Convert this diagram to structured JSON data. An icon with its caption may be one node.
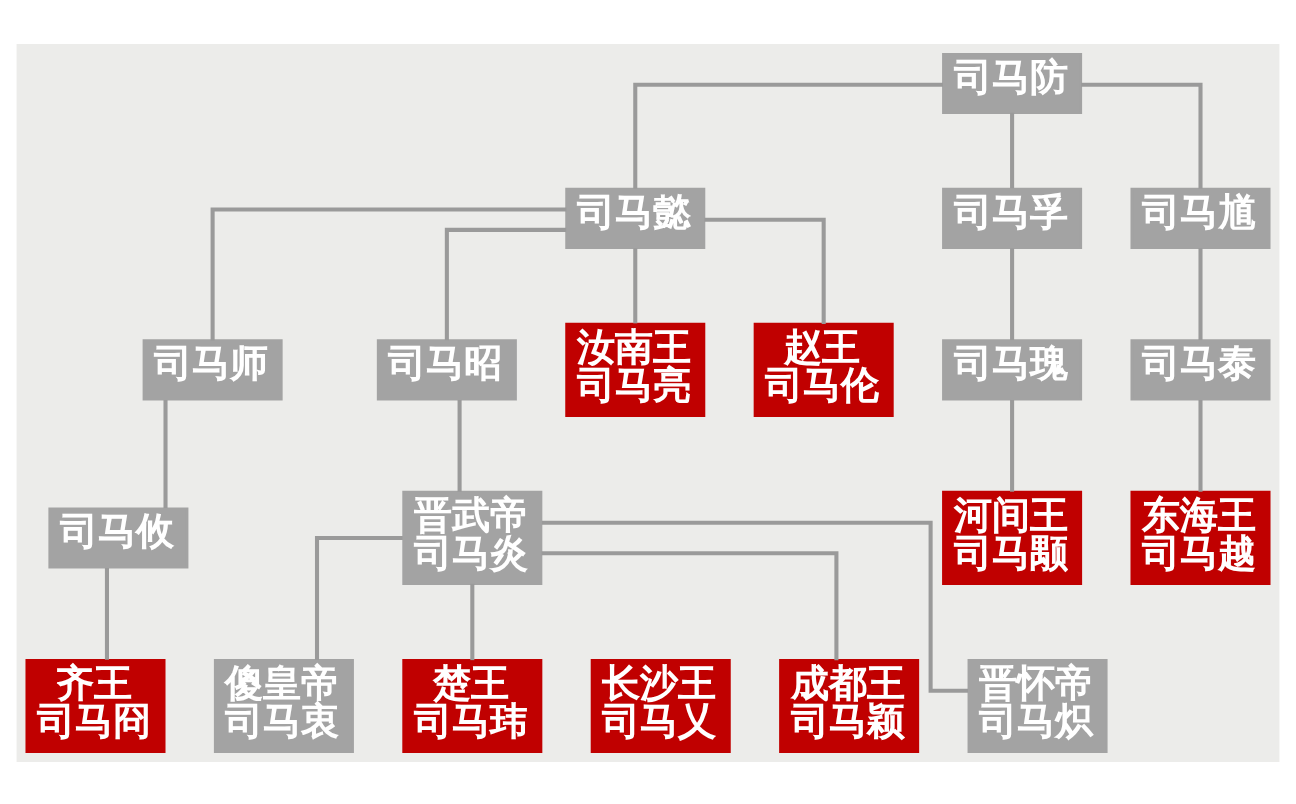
{
  "diagram": {
    "nodes": [
      {
        "text": [
          "司马防"
        ]
      },
      {
        "text": [
          "司马懿"
        ]
      },
      {
        "text": [
          "司马孚"
        ]
      },
      {
        "text": [
          "司马馗"
        ]
      },
      {
        "text": [
          "司马师"
        ]
      },
      {
        "text": [
          "司马昭"
        ]
      },
      {
        "text": [
          "汝南王",
          "司马亮"
        ]
      },
      {
        "text": [
          "赵王",
          "司马伦"
        ]
      },
      {
        "text": [
          "司马瑰"
        ]
      },
      {
        "text": [
          "司马泰"
        ]
      },
      {
        "text": [
          "司马攸"
        ]
      },
      {
        "text": [
          "晋武帝",
          "司马炎"
        ]
      },
      {
        "text": [
          "河间王",
          "司马颙"
        ]
      },
      {
        "text": [
          "东海王",
          "司马越"
        ]
      },
      {
        "text": [
          "齐王",
          "司马冏"
        ]
      },
      {
        "text": [
          "傻皇帝",
          "司马衷"
        ]
      },
      {
        "text": [
          "楚王",
          "司马玮"
        ]
      },
      {
        "text": [
          "长沙王",
          "司马乂"
        ]
      },
      {
        "text": [
          "成都王",
          "司马颖"
        ]
      },
      {
        "text": [
          "晋怀帝",
          "司马炽"
        ]
      }
    ],
    "edges": [
      {
        "from": 0,
        "to": 1,
        "arrow": "none"
      },
      {
        "from": 0,
        "to": 2,
        "arrow": "none"
      },
      {
        "from": 0,
        "to": 3,
        "arrow": "none"
      },
      {
        "from": 1,
        "to": 4,
        "arrow": "none"
      },
      {
        "from": 1,
        "to": 5,
        "arrow": "none"
      },
      {
        "from": 1,
        "to": 6,
        "arrow": "none"
      },
      {
        "from": 1,
        "to": 7,
        "arrow": "none"
      },
      {
        "from": 2,
        "to": 8,
        "arrow": "none"
      },
      {
        "from": 3,
        "to": 9,
        "arrow": "none"
      },
      {
        "from": 4,
        "to": 10,
        "arrow": "none"
      },
      {
        "from": 5,
        "to": 11,
        "arrow": "none"
      },
      {
        "from": 8,
        "to": 12,
        "arrow": "none"
      },
      {
        "from": 9,
        "to": 13,
        "arrow": "none"
      },
      {
        "from": 10,
        "to": 14,
        "arrow": "none"
      },
      {
        "from": 11,
        "to": 15,
        "arrow": "none"
      },
      {
        "from": 11,
        "to": 16,
        "arrow": "none"
      },
      {
        "from": 11,
        "to": 18,
        "arrow": "none"
      },
      {
        "from": 11,
        "to": 19,
        "arrow": "none"
      }
    ]
  }
}
